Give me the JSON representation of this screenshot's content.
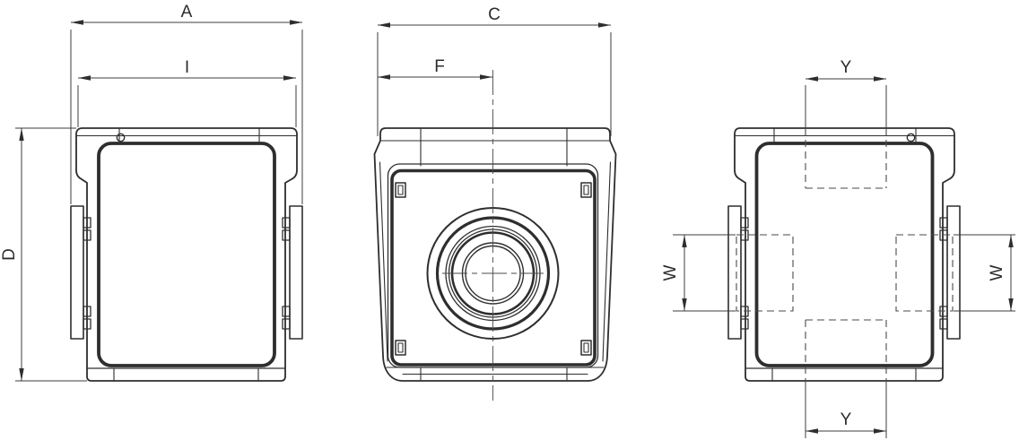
{
  "labels": {
    "front": {
      "width_overall": "A",
      "width_cover": "I",
      "height": "D"
    },
    "side": {
      "depth_overall": "C",
      "depth_to_center": "F"
    },
    "rear": {
      "cutout_top": "Y",
      "cutout_side_left": "W",
      "cutout_side_right": "W",
      "cutout_bottom": "Y"
    }
  },
  "colors": {
    "background": "#ffffff",
    "part_line": "#2e2e2e",
    "dimension_line": "#3c3c3c",
    "hidden_line": "#4a4a4a",
    "text": "#2c2c2c"
  }
}
